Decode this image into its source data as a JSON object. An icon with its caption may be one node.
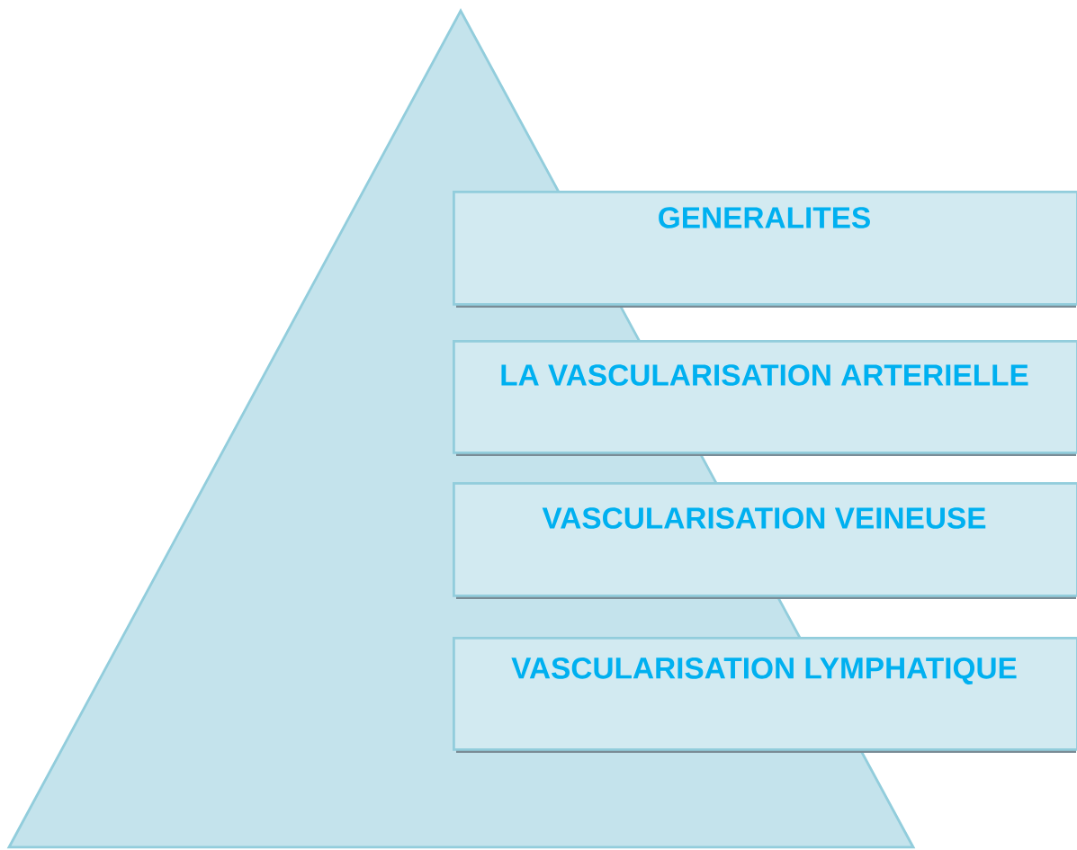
{
  "diagram": {
    "nodes": [
      {
        "text": [],
        "shape": "triangle"
      },
      {
        "text": [
          "GENERALITES"
        ]
      },
      {
        "text": [
          "LA VASCULARISATION ARTERIELLE"
        ]
      },
      {
        "text": [
          "VASCULARISATION VEINEUSE"
        ]
      },
      {
        "text": [
          "VASCULARISATION LYMPHATIQUE"
        ]
      }
    ]
  }
}
